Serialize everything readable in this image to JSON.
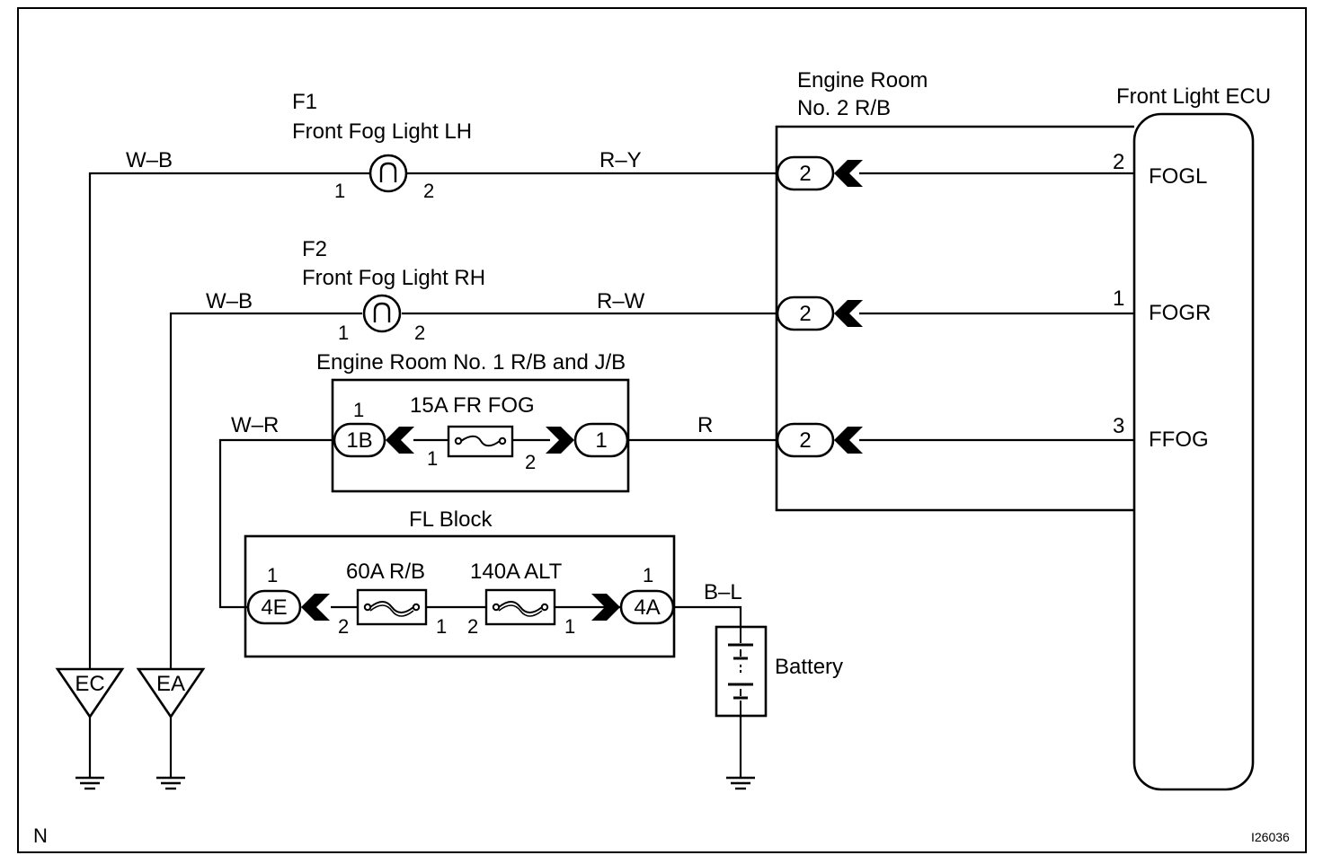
{
  "components": {
    "f1_id": "F1",
    "f1_name": "Front Fog Light LH",
    "f2_id": "F2",
    "f2_name": "Front Fog Light RH",
    "rb2_line1": "Engine Room",
    "rb2_line2": "No. 2 R/B",
    "ecu_name": "Front Light ECU",
    "rb1_name": "Engine Room No. 1 R/B and J/B",
    "fl_block_name": "FL Block",
    "battery_name": "Battery"
  },
  "wires": {
    "wb_top": "W–B",
    "ry": "R–Y",
    "wb_mid": "W–B",
    "rw": "R–W",
    "wr": "W–R",
    "r": "R",
    "bl": "B–L"
  },
  "ecu_pins": [
    {
      "num": "2",
      "name": "FOGL"
    },
    {
      "num": "1",
      "name": "FOGR"
    },
    {
      "num": "3",
      "name": "FFOG"
    }
  ],
  "connectors": {
    "rb2_1": "2",
    "rb2_2": "2",
    "rb2_3": "2",
    "rb1_left": "1B",
    "rb1_right": "1",
    "fl_left": "4E",
    "fl_right": "4A"
  },
  "fuses": {
    "fr_fog": "15A FR FOG",
    "rb": "60A R/B",
    "alt": "140A ALT"
  },
  "pins": {
    "f1_p1": "1",
    "f1_p2": "2",
    "f2_p1": "1",
    "f2_p2": "2",
    "rb1_left_pin": "1",
    "frfog_p1": "1",
    "frfog_p2": "2",
    "fl_left_pin": "1",
    "fl_right_pin": "1",
    "rbfuse_p2": "2",
    "rbfuse_p1": "1",
    "altfuse_p2": "2",
    "altfuse_p1": "1"
  },
  "grounds": {
    "ec": "EC",
    "ea": "EA"
  },
  "footer": {
    "left_code": "N",
    "right_code": "I26036"
  }
}
